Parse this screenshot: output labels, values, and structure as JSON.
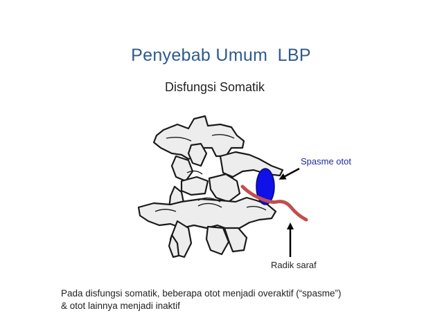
{
  "slide": {
    "title": "Penyebab Umum  LBP",
    "subtitle": "Disfungsi Somatik",
    "caption_line1": "Pada disfungsi somatik, beberapa otot menjadi overaktif (“spasme”)",
    "caption_line2": "& otot lainnya menjadi inaktif"
  },
  "diagram": {
    "labels": {
      "muscle_spasm": "Spasme otot",
      "nerve_root": "Radik saraf"
    },
    "colors": {
      "muscle": "#1010e8",
      "nerve": "#c0504d",
      "bone_fill": "#ededed",
      "bone_outline": "#1a1a1a",
      "title": "#2e5a8a",
      "spasm_label": "#1f2aa0"
    }
  }
}
